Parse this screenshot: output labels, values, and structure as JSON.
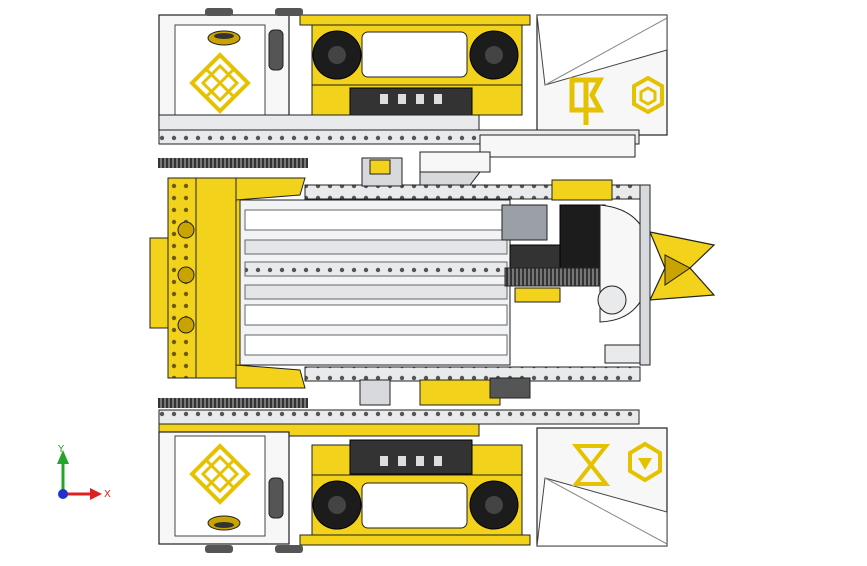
{
  "view": {
    "axes": {
      "x_label": "X",
      "y_label": "Y"
    }
  },
  "colors": {
    "background": "#ffffff",
    "yellow": "#f2d21a",
    "yellow_dark": "#c9a400",
    "steel": "#d7d9dc",
    "steel_dark": "#9aa0a6",
    "plate_white": "#f7f7f7",
    "black": "#1c1c1c",
    "outline": "#222222",
    "axis_x": "#e02020",
    "axis_y": "#22a52a",
    "axis_z": "#2233cc"
  },
  "icons": [
    "robot-cad-model",
    "diamond-logo-icon",
    "hex-logo-icon",
    "triad-axis-icon"
  ]
}
